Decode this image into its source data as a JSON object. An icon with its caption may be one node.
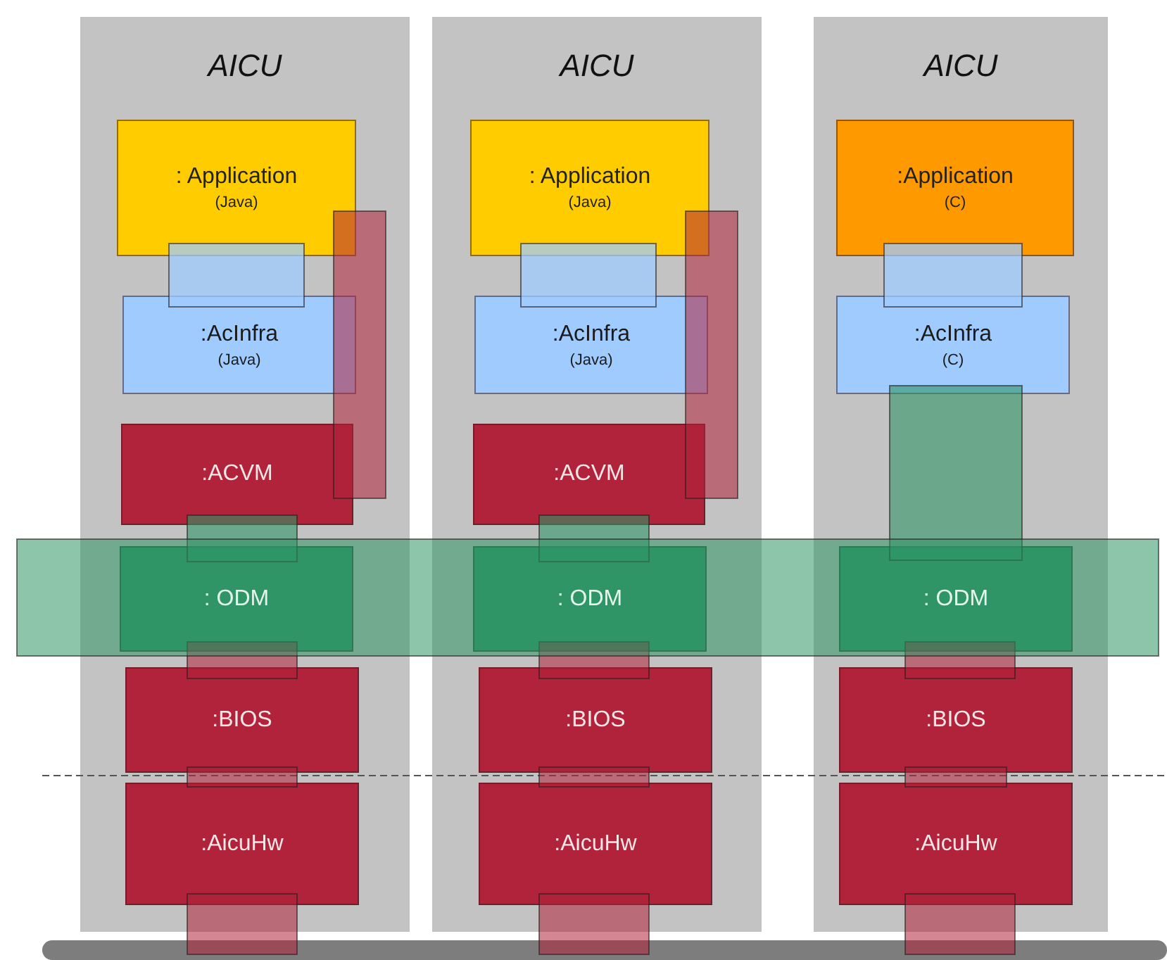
{
  "diagram": {
    "nodes": [
      {
        "text": [
          "AICU"
        ]
      },
      {
        "text": [
          ": Application",
          "(Java)"
        ],
        "in": 0
      },
      {
        "text": [
          ":AcInfra",
          "(Java)"
        ],
        "in": 0
      },
      {
        "text": [
          ":ACVM"
        ],
        "in": 0
      },
      {
        "text": [
          ": ODM"
        ],
        "in": 0
      },
      {
        "text": [
          ":BIOS"
        ],
        "in": 0
      },
      {
        "text": [
          ":AicuHw"
        ],
        "in": 0
      },
      {
        "text": [
          "AICU"
        ]
      },
      {
        "text": [
          ": Application",
          "(Java)"
        ],
        "in": 7
      },
      {
        "text": [
          ":AcInfra",
          "(Java)"
        ],
        "in": 7
      },
      {
        "text": [
          ":ACVM"
        ],
        "in": 7
      },
      {
        "text": [
          ": ODM"
        ],
        "in": 7
      },
      {
        "text": [
          ":BIOS"
        ],
        "in": 7
      },
      {
        "text": [
          ":AicuHw"
        ],
        "in": 7
      },
      {
        "text": [
          "AICU"
        ]
      },
      {
        "text": [
          ":Application",
          "(C)"
        ],
        "in": 14
      },
      {
        "text": [
          ":AcInfra",
          "(C)"
        ],
        "in": 14
      },
      {
        "text": [
          ": ODM"
        ],
        "in": 14
      },
      {
        "text": [
          ":BIOS"
        ],
        "in": 14
      },
      {
        "text": [
          ":AicuHw"
        ],
        "in": 14
      }
    ]
  }
}
